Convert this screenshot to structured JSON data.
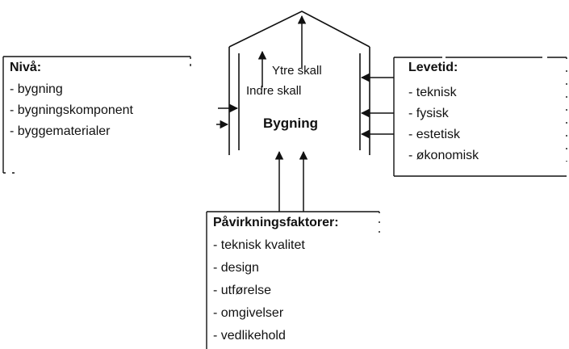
{
  "building": {
    "outer_shell_label": "Ytre skall",
    "inner_shell_label": "Indre skall",
    "building_label": "Bygning"
  },
  "level_box": {
    "title": "Nivå:",
    "items": [
      "bygning",
      "bygningskomponent",
      "byggematerialer"
    ]
  },
  "lifetime_box": {
    "title": "Levetid:",
    "items": [
      "teknisk",
      "fysisk",
      "estetisk",
      "økonomisk"
    ]
  },
  "factors_box": {
    "title": "Påvirkningsfaktorer:",
    "items": [
      "teknisk kvalitet",
      "design",
      "utførelse",
      "omgivelser",
      "vedlikehold"
    ]
  },
  "colors": {
    "line": "#111111",
    "background": "#ffffff"
  }
}
